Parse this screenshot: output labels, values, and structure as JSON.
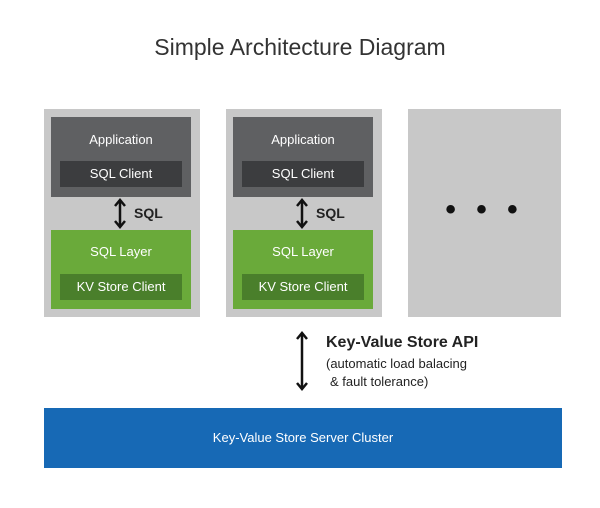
{
  "title": "Simple Architecture Diagram",
  "columns": [
    {
      "application": "Application",
      "sql_client": "SQL Client",
      "link_label": "SQL",
      "sql_layer": "SQL Layer",
      "kv_client": "KV Store Client"
    },
    {
      "application": "Application",
      "sql_client": "SQL Client",
      "link_label": "SQL",
      "sql_layer": "SQL Layer",
      "kv_client": "KV Store Client"
    }
  ],
  "more_indicator": "• • •",
  "api": {
    "title": "Key-Value Store API",
    "line1": "(automatic load balacing",
    "line2": "& fault tolerance)"
  },
  "cluster": "Key-Value Store Server Cluster",
  "colors": {
    "column_bg": "#c8c8c8",
    "application": "#5f6062",
    "sql_client": "#3c3d3f",
    "sql_layer": "#6aaa3a",
    "kv_client": "#4a7f2b",
    "cluster": "#1769b5"
  }
}
